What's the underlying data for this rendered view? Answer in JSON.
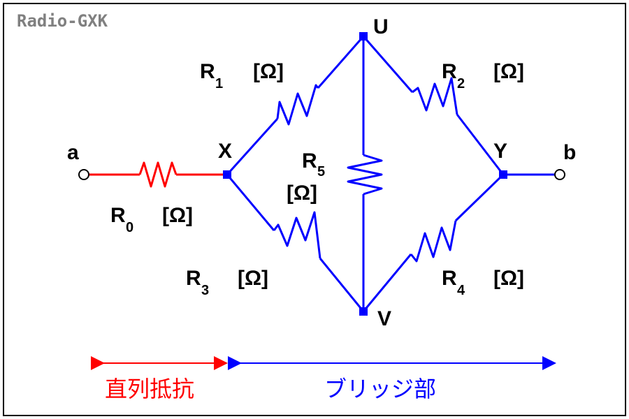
{
  "watermark": "Radio-GXK",
  "colors": {
    "bridge": "#0000ff",
    "series": "#ff0000",
    "label": "#000000",
    "watermark": "#808080"
  },
  "terminals": {
    "a": "a",
    "b": "b"
  },
  "nodes": {
    "U": "U",
    "V": "V",
    "X": "X",
    "Y": "Y"
  },
  "resistors": {
    "R0": {
      "sym": "R",
      "sub": "0",
      "unit": "[Ω]"
    },
    "R1": {
      "sym": "R",
      "sub": "1",
      "unit": "[Ω]"
    },
    "R2": {
      "sym": "R",
      "sub": "2",
      "unit": "[Ω]"
    },
    "R3": {
      "sym": "R",
      "sub": "3",
      "unit": "[Ω]"
    },
    "R4": {
      "sym": "R",
      "sub": "4",
      "unit": "[Ω]"
    },
    "R5": {
      "sym": "R",
      "sub": "5",
      "unit": "[Ω]"
    }
  },
  "captions": {
    "series": "直列抵抗",
    "bridge": "ブリッジ部"
  }
}
